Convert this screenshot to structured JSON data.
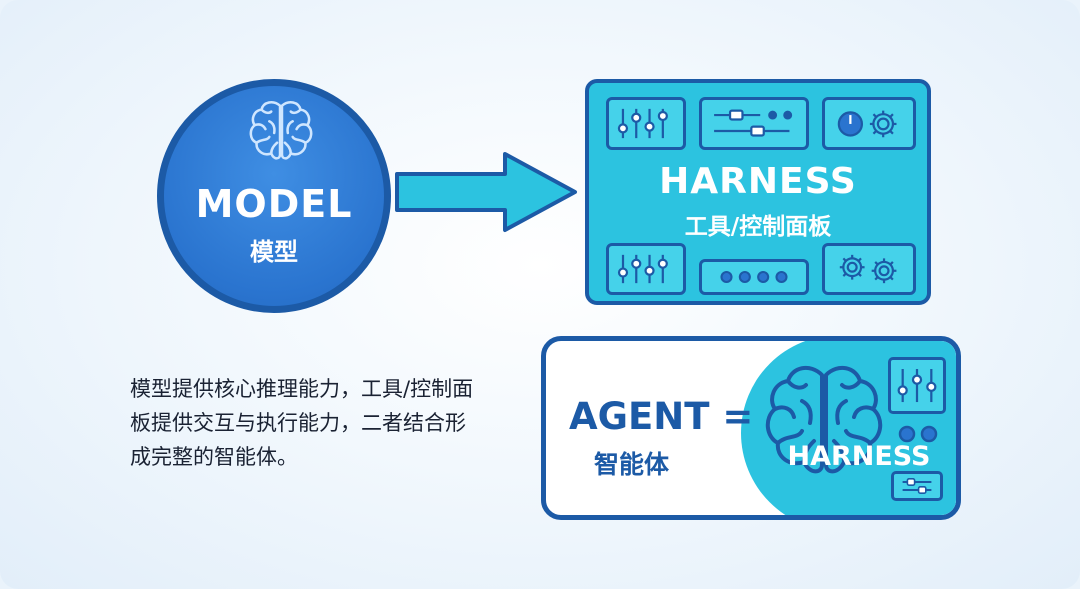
{
  "model": {
    "title": "MODEL",
    "subtitle": "模型",
    "icon": "brain-icon"
  },
  "arrow": {
    "icon": "right-arrow-icon"
  },
  "harness": {
    "title": "HARNESS",
    "subtitle": "工具/控制面板",
    "modules": [
      "sliders-icon",
      "switches-icon",
      "knob-gear-icon",
      "sliders-icon",
      "dots-icon",
      "gears-icon"
    ]
  },
  "description": "模型提供核心推理能力，工具/控制面板提供交互与执行能力，二者结合形成完整的智能体。",
  "agent": {
    "title": "AGENT =",
    "subtitle": "智能体",
    "harness_label": "HARNESS"
  },
  "colors": {
    "navy": "#1c5aa6",
    "model_blue": "#2a74cf",
    "cyan": "#2cc3e0",
    "text": "#1a2233"
  }
}
